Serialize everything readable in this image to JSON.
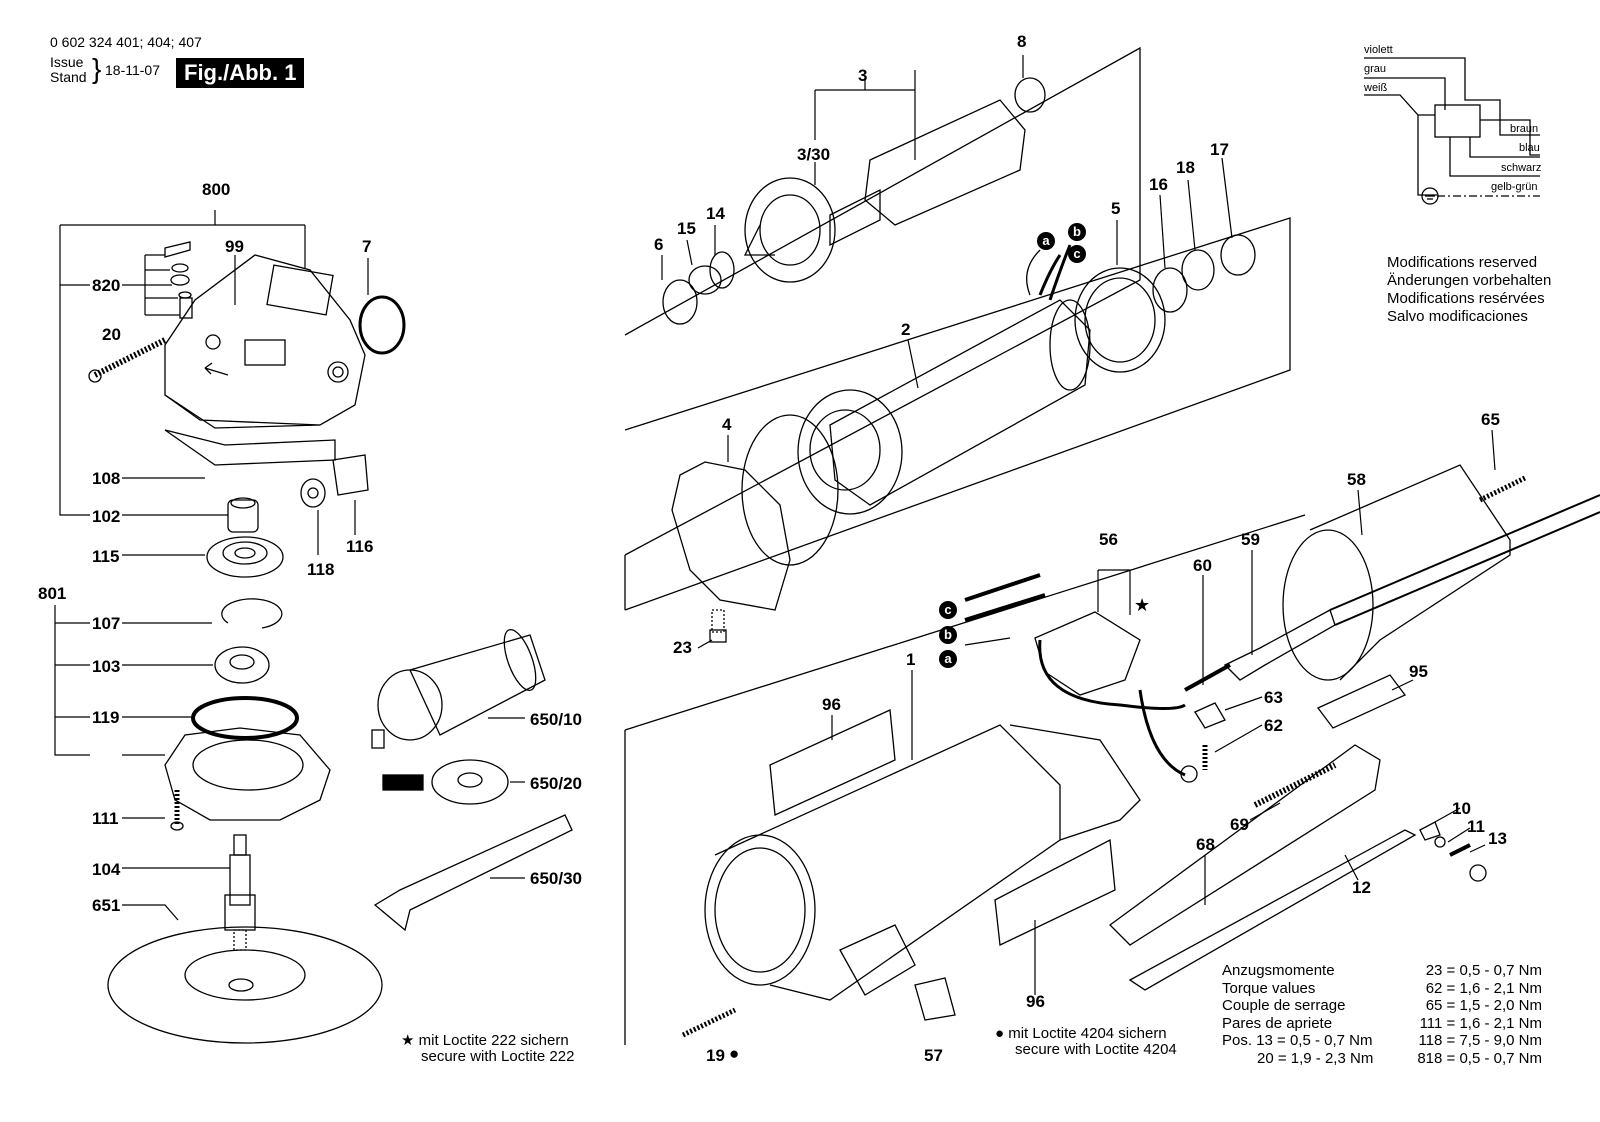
{
  "header": {
    "model": "0 602 324 401; 404; 407",
    "issue": "Issue",
    "stand": "Stand",
    "date": "18-11-07",
    "figure": "Fig./Abb. 1"
  },
  "modifications": [
    "Modifications reserved",
    "Änderungen vorbehalten",
    "Modifications resérvées",
    "Salvo modificaciones"
  ],
  "wiring": [
    "violett",
    "grau",
    "weiß",
    "braun",
    "blau",
    "schwarz",
    "gelb-grün"
  ],
  "parts": {
    "p800": "800",
    "p99": "99",
    "p7": "7",
    "p820": "820",
    "p20": "20",
    "p108": "108",
    "p102": "102",
    "p115": "115",
    "p118": "118",
    "p116": "116",
    "p801": "801",
    "p107": "107",
    "p103": "103",
    "p119": "119",
    "p111": "111",
    "p104": "104",
    "p651": "651",
    "p650_10": "650/10",
    "p650_20": "650/20",
    "p650_30": "650/30",
    "p3": "3",
    "p3_30": "3/30",
    "p8": "8",
    "p6": "6",
    "p15": "15",
    "p14": "14",
    "p2": "2",
    "p5": "5",
    "p16": "16",
    "p18": "18",
    "p17": "17",
    "p4": "4",
    "p23": "23",
    "p65": "65",
    "p58": "58",
    "p56": "56",
    "p59": "59",
    "p60": "60",
    "p1": "1",
    "p96a": "96",
    "p96b": "96",
    "p95": "95",
    "p63": "63",
    "p62": "62",
    "p10": "10",
    "p11": "11",
    "p13": "13",
    "p69": "69",
    "p68": "68",
    "p12": "12",
    "p19": "19",
    "p57": "57"
  },
  "wire_tags": {
    "a": "a",
    "b": "b",
    "c": "c"
  },
  "loctite222": [
    "mit Loctite 222 sichern",
    "secure with Loctite 222"
  ],
  "loctite4204": [
    "mit Loctite 4204 sichern",
    "secure with Loctite 4204"
  ],
  "torque": {
    "labels": [
      "Anzugsmomente",
      "Torque values",
      "Couple de serrage",
      "Pares de apriete"
    ],
    "left_rows": [
      "23 = 0,5 - 0,7 Nm",
      "62 = 1,6 - 2,1 Nm",
      "65 = 1,5 - 2,0 Nm",
      "111 = 1,6 - 2,1 Nm",
      "118 = 7,5 - 9,0 Nm",
      "818 = 0,5 - 0,7 Nm"
    ],
    "pos_label": "Pos. 13 = 0,5 - 0,7 Nm",
    "pos20": "20 = 1,9 - 2,3 Nm"
  },
  "symbols": {
    "star": "★",
    "dot": "●"
  }
}
